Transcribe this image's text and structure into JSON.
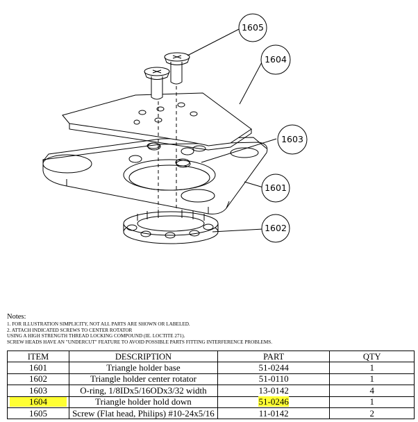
{
  "callouts": [
    "1605",
    "1604",
    "1603",
    "1601",
    "1602"
  ],
  "notes": {
    "title": "Notes:",
    "lines": [
      "1.  For illustration simplicity, not all parts are shown or labeled.",
      "2.  Attach indicated screws to center rotator",
      "using a high strength thread locking compound (ie. Loctite 271).",
      "Screw heads have an \"undercut\" feature to avoid possible parts fitting interference problems."
    ]
  },
  "table": {
    "headers": [
      "ITEM",
      "DESCRIPTION",
      "PART",
      "QTY"
    ],
    "rows": [
      {
        "item": "1601",
        "description": "Triangle holder base",
        "part": "51-0244",
        "qty": "1"
      },
      {
        "item": "1602",
        "description": "Triangle holder center rotator",
        "part": "51-0110",
        "qty": "1"
      },
      {
        "item": "1603",
        "description": "O-ring, 1/8IDx5/16ODx3/32 width",
        "part": "13-0142",
        "qty": "4"
      },
      {
        "item": "1604",
        "description": "Triangle holder hold down",
        "part": "51-0246",
        "qty": "1"
      },
      {
        "item": "1605",
        "description": "Screw (Flat head, Philips) #10-24x5/16",
        "part": "11-0142",
        "qty": "2"
      }
    ]
  },
  "highlight_color": "#ffff33"
}
